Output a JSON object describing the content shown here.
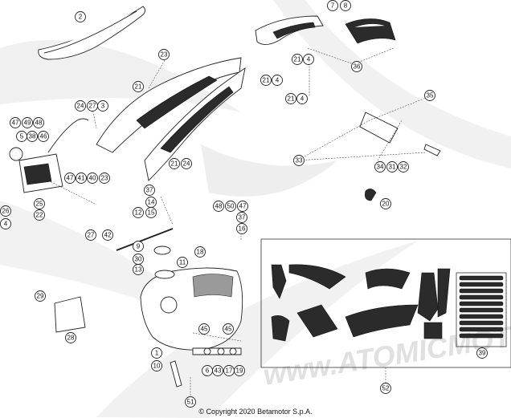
{
  "copyright": "© Copyright 2020 Betamotor S.p.A.",
  "watermark": "www.ATOMICMOTO",
  "callouts": [
    "1",
    "2",
    "3",
    "4",
    "4",
    "4",
    "4",
    "5",
    "6",
    "7",
    "8",
    "9",
    "10",
    "11",
    "12",
    "13",
    "14",
    "15",
    "16",
    "17",
    "18",
    "19",
    "20",
    "21",
    "21",
    "21",
    "21",
    "21",
    "22",
    "23",
    "23",
    "24",
    "24",
    "25",
    "26",
    "27",
    "27",
    "28",
    "29",
    "30",
    "31",
    "32",
    "33",
    "34",
    "35",
    "36",
    "37",
    "37",
    "38",
    "39",
    "40",
    "41",
    "42",
    "43",
    "45",
    "45",
    "46",
    "47",
    "47",
    "47",
    "48",
    "48",
    "49",
    "50",
    "51",
    "52"
  ]
}
